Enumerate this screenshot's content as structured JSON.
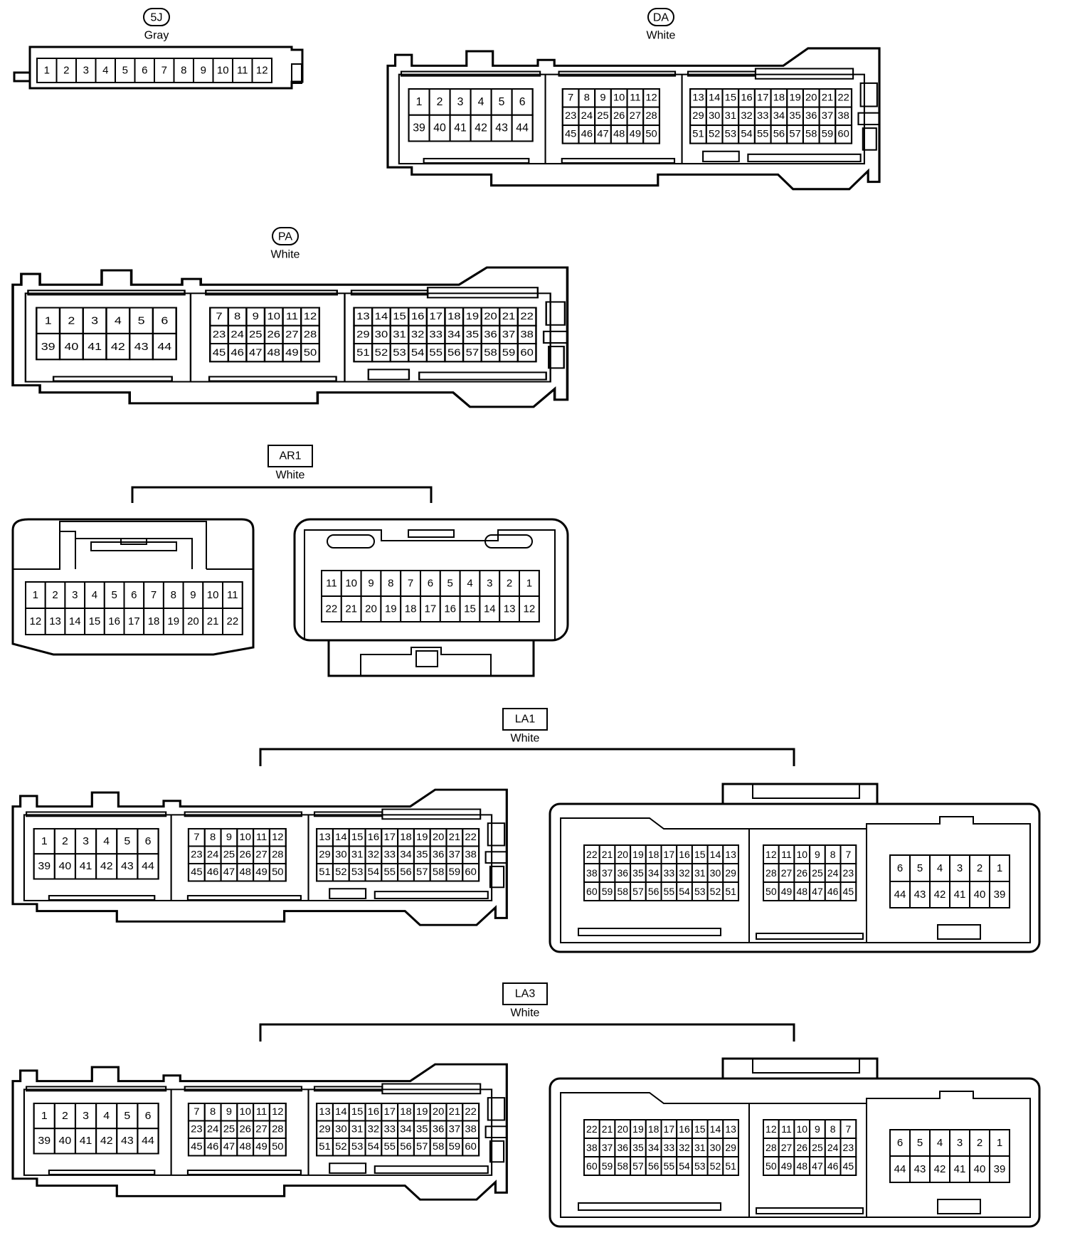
{
  "connectors": [
    {
      "id": "5J",
      "color": "Gray",
      "label_shape": "pill",
      "cavities": [
        {
          "rows": [
            [
              "1",
              "2",
              "3",
              "4",
              "5",
              "6",
              "7",
              "8",
              "9",
              "10",
              "11",
              "12"
            ]
          ]
        }
      ]
    },
    {
      "id": "DA",
      "color": "White",
      "label_shape": "pill",
      "cavities": [
        {
          "rows": [
            [
              "1",
              "2",
              "3",
              "4",
              "5",
              "6"
            ],
            [
              "39",
              "40",
              "41",
              "42",
              "43",
              "44"
            ]
          ]
        },
        {
          "rows": [
            [
              "7",
              "8",
              "9",
              "10",
              "11",
              "12"
            ],
            [
              "23",
              "24",
              "25",
              "26",
              "27",
              "28"
            ],
            [
              "45",
              "46",
              "47",
              "48",
              "49",
              "50"
            ]
          ]
        },
        {
          "rows": [
            [
              "13",
              "14",
              "15",
              "16",
              "17",
              "18",
              "19",
              "20",
              "21",
              "22"
            ],
            [
              "29",
              "30",
              "31",
              "32",
              "33",
              "34",
              "35",
              "36",
              "37",
              "38"
            ],
            [
              "51",
              "52",
              "53",
              "54",
              "55",
              "56",
              "57",
              "58",
              "59",
              "60"
            ]
          ]
        }
      ]
    },
    {
      "id": "PA",
      "color": "White",
      "label_shape": "pill",
      "cavities": [
        {
          "rows": [
            [
              "1",
              "2",
              "3",
              "4",
              "5",
              "6"
            ],
            [
              "39",
              "40",
              "41",
              "42",
              "43",
              "44"
            ]
          ]
        },
        {
          "rows": [
            [
              "7",
              "8",
              "9",
              "10",
              "11",
              "12"
            ],
            [
              "23",
              "24",
              "25",
              "26",
              "27",
              "28"
            ],
            [
              "45",
              "46",
              "47",
              "48",
              "49",
              "50"
            ]
          ]
        },
        {
          "rows": [
            [
              "13",
              "14",
              "15",
              "16",
              "17",
              "18",
              "19",
              "20",
              "21",
              "22"
            ],
            [
              "29",
              "30",
              "31",
              "32",
              "33",
              "34",
              "35",
              "36",
              "37",
              "38"
            ],
            [
              "51",
              "52",
              "53",
              "54",
              "55",
              "56",
              "57",
              "58",
              "59",
              "60"
            ]
          ]
        }
      ]
    },
    {
      "id": "AR1",
      "color": "White",
      "label_shape": "box",
      "views": [
        {
          "rows": [
            [
              "1",
              "2",
              "3",
              "4",
              "5",
              "6",
              "7",
              "8",
              "9",
              "10",
              "11"
            ],
            [
              "12",
              "13",
              "14",
              "15",
              "16",
              "17",
              "18",
              "19",
              "20",
              "21",
              "22"
            ]
          ]
        },
        {
          "rows": [
            [
              "11",
              "10",
              "9",
              "8",
              "7",
              "6",
              "5",
              "4",
              "3",
              "2",
              "1"
            ],
            [
              "22",
              "21",
              "20",
              "19",
              "18",
              "17",
              "16",
              "15",
              "14",
              "13",
              "12"
            ]
          ]
        }
      ]
    },
    {
      "id": "LA1",
      "color": "White",
      "label_shape": "box",
      "left_view": [
        {
          "rows": [
            [
              "1",
              "2",
              "3",
              "4",
              "5",
              "6"
            ],
            [
              "39",
              "40",
              "41",
              "42",
              "43",
              "44"
            ]
          ]
        },
        {
          "rows": [
            [
              "7",
              "8",
              "9",
              "10",
              "11",
              "12"
            ],
            [
              "23",
              "24",
              "25",
              "26",
              "27",
              "28"
            ],
            [
              "45",
              "46",
              "47",
              "48",
              "49",
              "50"
            ]
          ]
        },
        {
          "rows": [
            [
              "13",
              "14",
              "15",
              "16",
              "17",
              "18",
              "19",
              "20",
              "21",
              "22"
            ],
            [
              "29",
              "30",
              "31",
              "32",
              "33",
              "34",
              "35",
              "36",
              "37",
              "38"
            ],
            [
              "51",
              "52",
              "53",
              "54",
              "55",
              "56",
              "57",
              "58",
              "59",
              "60"
            ]
          ]
        }
      ],
      "right_view": [
        {
          "rows": [
            [
              "22",
              "21",
              "20",
              "19",
              "18",
              "17",
              "16",
              "15",
              "14",
              "13"
            ],
            [
              "38",
              "37",
              "36",
              "35",
              "34",
              "33",
              "32",
              "31",
              "30",
              "29"
            ],
            [
              "60",
              "59",
              "58",
              "57",
              "56",
              "55",
              "54",
              "53",
              "52",
              "51"
            ]
          ]
        },
        {
          "rows": [
            [
              "12",
              "11",
              "10",
              "9",
              "8",
              "7"
            ],
            [
              "28",
              "27",
              "26",
              "25",
              "24",
              "23"
            ],
            [
              "50",
              "49",
              "48",
              "47",
              "46",
              "45"
            ]
          ]
        },
        {
          "rows": [
            [
              "6",
              "5",
              "4",
              "3",
              "2",
              "1"
            ],
            [
              "44",
              "43",
              "42",
              "41",
              "40",
              "39"
            ]
          ]
        }
      ]
    },
    {
      "id": "LA3",
      "color": "White",
      "label_shape": "box",
      "left_view": [
        {
          "rows": [
            [
              "1",
              "2",
              "3",
              "4",
              "5",
              "6"
            ],
            [
              "39",
              "40",
              "41",
              "42",
              "43",
              "44"
            ]
          ]
        },
        {
          "rows": [
            [
              "7",
              "8",
              "9",
              "10",
              "11",
              "12"
            ],
            [
              "23",
              "24",
              "25",
              "26",
              "27",
              "28"
            ],
            [
              "45",
              "46",
              "47",
              "48",
              "49",
              "50"
            ]
          ]
        },
        {
          "rows": [
            [
              "13",
              "14",
              "15",
              "16",
              "17",
              "18",
              "19",
              "20",
              "21",
              "22"
            ],
            [
              "29",
              "30",
              "31",
              "32",
              "33",
              "34",
              "35",
              "36",
              "37",
              "38"
            ],
            [
              "51",
              "52",
              "53",
              "54",
              "55",
              "56",
              "57",
              "58",
              "59",
              "60"
            ]
          ]
        }
      ],
      "right_view": [
        {
          "rows": [
            [
              "22",
              "21",
              "20",
              "19",
              "18",
              "17",
              "16",
              "15",
              "14",
              "13"
            ],
            [
              "38",
              "37",
              "36",
              "35",
              "34",
              "33",
              "32",
              "31",
              "30",
              "29"
            ],
            [
              "60",
              "59",
              "58",
              "57",
              "56",
              "55",
              "54",
              "53",
              "52",
              "51"
            ]
          ]
        },
        {
          "rows": [
            [
              "12",
              "11",
              "10",
              "9",
              "8",
              "7"
            ],
            [
              "28",
              "27",
              "26",
              "25",
              "24",
              "23"
            ],
            [
              "50",
              "49",
              "48",
              "47",
              "46",
              "45"
            ]
          ]
        },
        {
          "rows": [
            [
              "6",
              "5",
              "4",
              "3",
              "2",
              "1"
            ],
            [
              "44",
              "43",
              "42",
              "41",
              "40",
              "39"
            ]
          ]
        }
      ]
    }
  ]
}
